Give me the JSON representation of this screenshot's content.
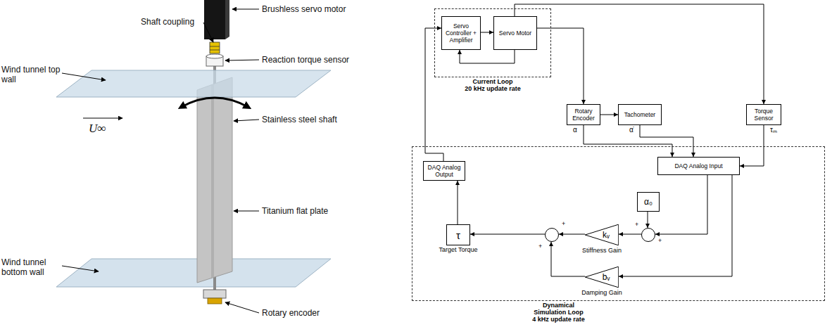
{
  "diagram": {
    "nodes": [
      {
        "text": [
          "Current Loop",
          "20 kHz update rate"
        ]
      },
      {
        "text": [
          "Servo Controller + Amplifier"
        ],
        "in": 0
      },
      {
        "text": [
          "Servo Motor"
        ],
        "in": 0
      },
      {
        "text": [
          "Rotary Encoder",
          "α"
        ]
      },
      {
        "text": [
          "Tachometer",
          "α̇"
        ]
      },
      {
        "text": [
          "Torque Sensor",
          "τₘ"
        ]
      },
      {
        "text": [
          "Dynamical Simulation Loop",
          "4 kHz update rate"
        ]
      },
      {
        "text": [
          "DAQ Analog Output"
        ],
        "in": 6
      },
      {
        "text": [
          "DAQ Analog Input"
        ],
        "in": 6
      },
      {
        "text": [
          "α₀"
        ],
        "in": 6
      },
      {
        "text": [
          "+",
          "+"
        ],
        "in": 6
      },
      {
        "text": [
          "kᵥ",
          "Stiffness Gain"
        ],
        "in": 6
      },
      {
        "text": [
          "+",
          "+"
        ],
        "in": 6
      },
      {
        "text": [
          "τ",
          "Target Torque"
        ],
        "in": 6
      },
      {
        "text": [
          "bᵥ",
          "Damping Gain"
        ],
        "in": 6
      }
    ],
    "edges": [
      {
        "from": 1,
        "to": 2,
        "arrow": "to"
      },
      {
        "from": 2,
        "to": 1,
        "arrow": "to"
      },
      {
        "from": 2,
        "to": 3,
        "arrow": "to"
      },
      {
        "from": 2,
        "to": 5,
        "arrow": "to"
      },
      {
        "from": 7,
        "to": 1,
        "arrow": "to"
      },
      {
        "from": 3,
        "to": 4,
        "arrow": "to"
      },
      {
        "from": 3,
        "to": 8,
        "arrow": "to"
      },
      {
        "from": 4,
        "to": 8,
        "arrow": "to"
      },
      {
        "from": 5,
        "to": 8,
        "arrow": "to"
      },
      {
        "from": 8,
        "to": 10,
        "arrow": "to"
      },
      {
        "from": 9,
        "to": 10,
        "arrow": "to"
      },
      {
        "from": 10,
        "to": 11,
        "arrow": "to"
      },
      {
        "from": 11,
        "to": 12,
        "arrow": "to"
      },
      {
        "from": 8,
        "to": 14,
        "arrow": "to"
      },
      {
        "from": 14,
        "to": 12,
        "arrow": "to"
      },
      {
        "from": 12,
        "to": 13,
        "arrow": "to"
      },
      {
        "from": 13,
        "to": 7,
        "arrow": "to"
      }
    ],
    "labels": [
      "Brushless servo motor",
      "Shaft coupling",
      "Reaction torque sensor",
      "Wind tunnel top wall",
      "Stainless steel shaft",
      "Titanium flat plate",
      "Wind tunnel bottom wall",
      "Rotary encoder",
      "U∞"
    ]
  }
}
